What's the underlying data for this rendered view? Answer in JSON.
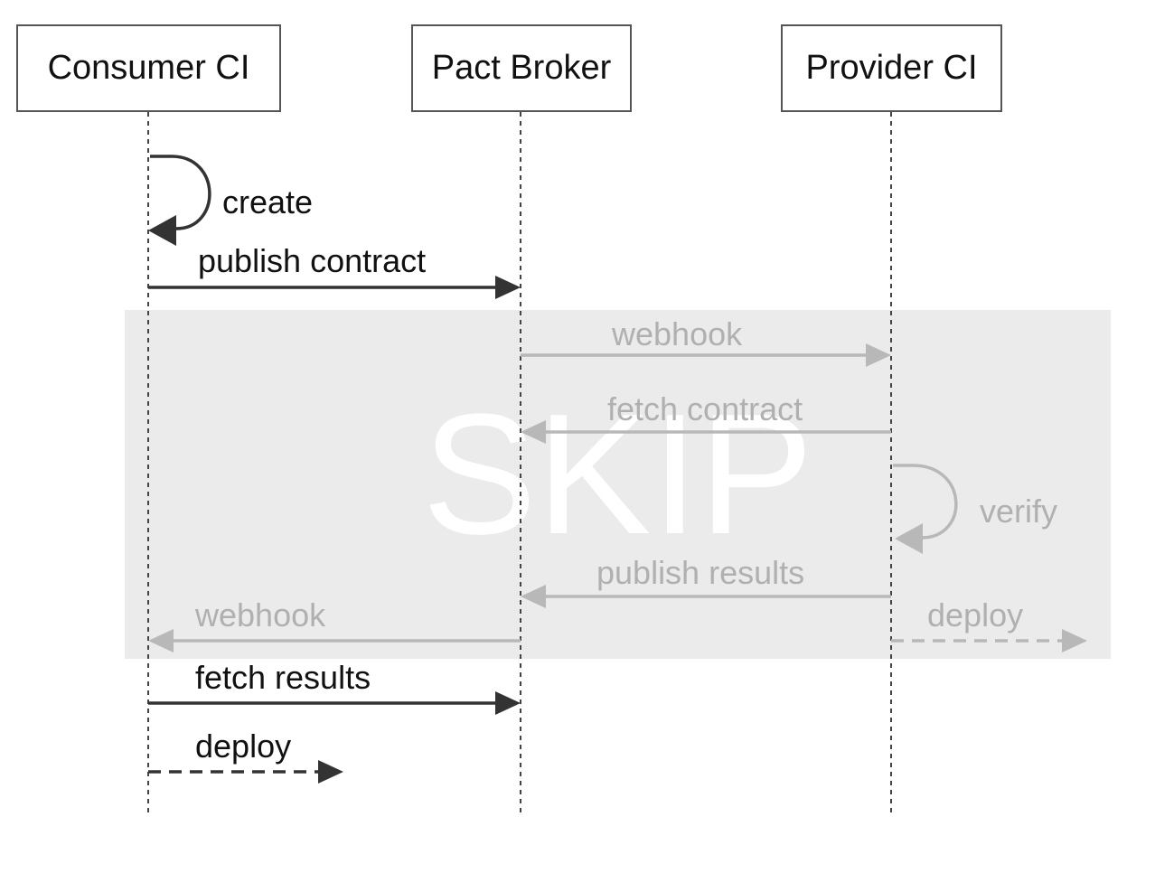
{
  "participants": {
    "consumer": "Consumer CI",
    "broker": "Pact Broker",
    "provider": "Provider CI"
  },
  "skip": {
    "label": "SKIP"
  },
  "messages": {
    "create": "create",
    "publish_contract": "publish contract",
    "webhook_to_provider": "webhook",
    "fetch_contract": "fetch contract",
    "verify": "verify",
    "publish_results": "publish results",
    "webhook_to_consumer": "webhook",
    "provider_deploy": "deploy",
    "fetch_results": "fetch results",
    "consumer_deploy": "deploy"
  },
  "colors": {
    "active": "#333333",
    "skipped": "#b8b8b8",
    "skip_background": "#ebebeb"
  }
}
